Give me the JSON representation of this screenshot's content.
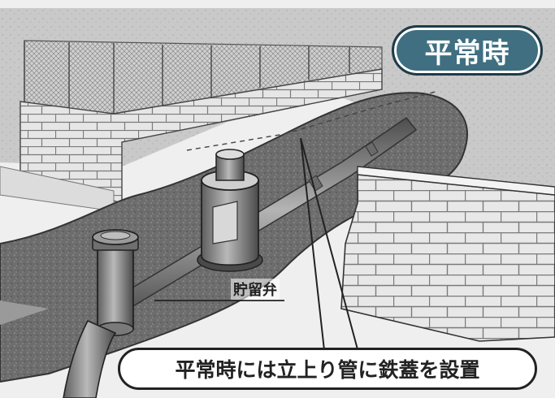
{
  "badge": {
    "label": "平常時"
  },
  "labels": {
    "valve": "貯留弁"
  },
  "caption": {
    "text": "平常時には立上り管に鉄蓋を設置"
  },
  "colors": {
    "badge_fill": "#3f6f80",
    "badge_border": "#1f3b47",
    "soil": "#6a6a6a",
    "wall": "#e2e2e2",
    "pipe": "#8c8c8c"
  }
}
